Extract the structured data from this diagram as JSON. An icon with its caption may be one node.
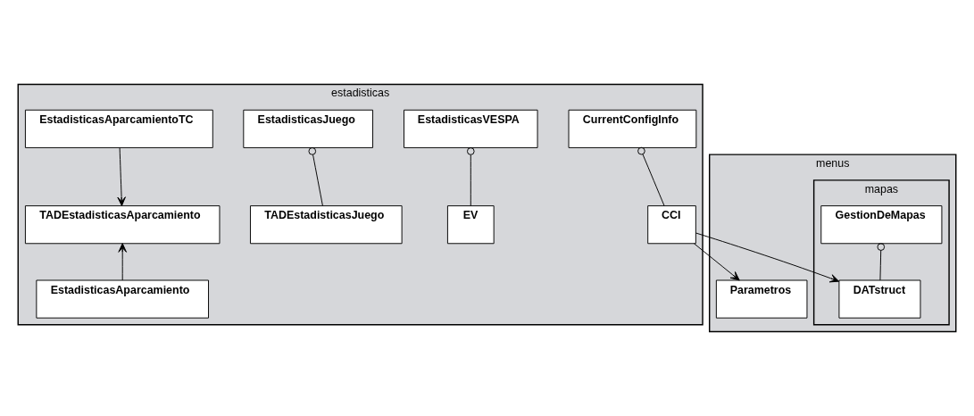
{
  "diagram": {
    "nodes": [
      {
        "text": [
          "estadisticas"
        ]
      },
      {
        "text": [
          "EstadisticasAparcamientoTC"
        ],
        "in": 0
      },
      {
        "text": [
          "TADEstadisticasAparcamiento"
        ],
        "in": 0
      },
      {
        "text": [
          "EstadisticasAparcamiento"
        ],
        "in": 0
      },
      {
        "text": [
          "EstadisticasVESPA"
        ],
        "in": 0
      },
      {
        "text": [
          "EV"
        ],
        "in": 0
      },
      {
        "text": [
          "EstadisticasJuego"
        ],
        "in": 0
      },
      {
        "text": [
          "TADEstadisticasJuego"
        ],
        "in": 0
      },
      {
        "text": [
          "CurrentConfigInfo"
        ],
        "in": 0
      },
      {
        "text": [
          "CCI"
        ],
        "in": 0
      },
      {
        "text": [
          "menus"
        ]
      },
      {
        "text": [
          "mapas"
        ],
        "in": 10
      },
      {
        "text": [
          "GestionDeMapas"
        ],
        "in": 11
      },
      {
        "text": [
          "DATstruct"
        ],
        "in": 11
      },
      {
        "text": [
          "Parametros"
        ],
        "in": 10
      }
    ],
    "edges": [
      {
        "from": 1,
        "to": 2,
        "arrow": "to"
      },
      {
        "from": 3,
        "to": 2,
        "arrow": "to"
      },
      {
        "from": 4,
        "to": 5,
        "arrow": "other"
      },
      {
        "from": 6,
        "to": 7,
        "arrow": "other"
      },
      {
        "from": 8,
        "to": 9,
        "arrow": "other"
      },
      {
        "from": 12,
        "to": 13,
        "arrow": "other"
      },
      {
        "from": 9,
        "to": 13,
        "arrow": "to"
      },
      {
        "from": 9,
        "to": 14,
        "arrow": "to"
      }
    ]
  }
}
